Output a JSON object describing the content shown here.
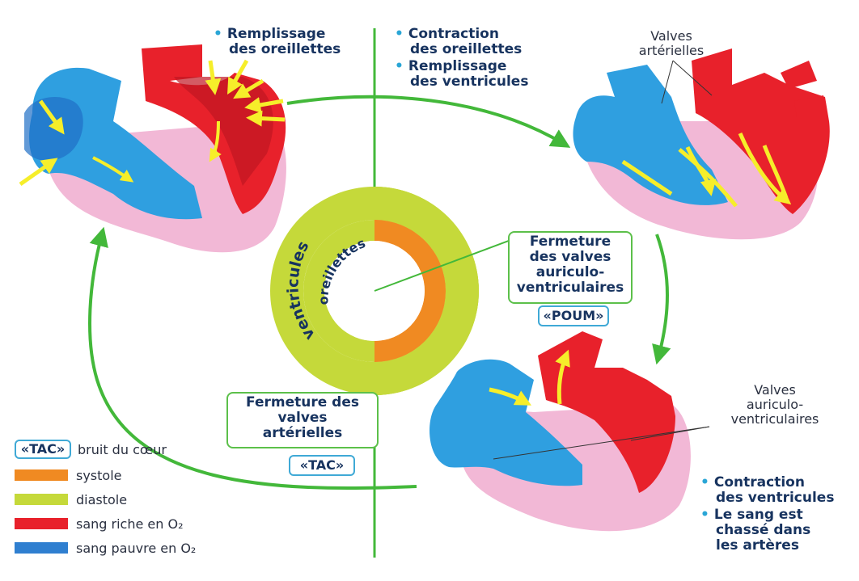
{
  "panels": {
    "top_left": {
      "lines": [
        "Remplissage",
        "des oreillettes"
      ]
    },
    "top_right": {
      "item1": [
        "Contraction",
        "des oreillettes"
      ],
      "item2": [
        "Remplissage",
        "des ventricules"
      ]
    },
    "bottom_right": {
      "item1": [
        "Contraction",
        "des ventricules"
      ],
      "item2": [
        "Le sang est",
        "chassé dans",
        "les artères"
      ]
    }
  },
  "labels": {
    "valves_arterielles": [
      "Valves",
      "artérielles"
    ],
    "valves_auriculo": [
      "Valves",
      "auriculo-",
      "ventriculaires"
    ]
  },
  "boxes": {
    "poum": {
      "lines": [
        "Fermeture",
        "des valves",
        "auriculo-",
        "ventriculaires"
      ],
      "tag": "«POUM»"
    },
    "tac": {
      "lines": [
        "Fermeture des",
        "valves",
        "artérielles"
      ],
      "tag": "«TAC»"
    }
  },
  "ring": {
    "outer_label": "ventricules",
    "inner_label": "oreillettes"
  },
  "legend": {
    "tac_symbol": "«TAC»",
    "tac_text": "bruit du cœur",
    "items": [
      {
        "label": "systole",
        "color": "#f08a22"
      },
      {
        "label": "diastole",
        "color": "#c5d93a"
      },
      {
        "label": "sang riche en O₂",
        "color": "#e8212b"
      },
      {
        "label": "sang pauvre en O₂",
        "color": "#2f7fd0"
      }
    ]
  },
  "colors": {
    "arrow": "#43b83a",
    "red": "#e8212b",
    "blue": "#2f9fe0",
    "pink": "#f2b8d6",
    "yellow": "#f6ee2a"
  }
}
